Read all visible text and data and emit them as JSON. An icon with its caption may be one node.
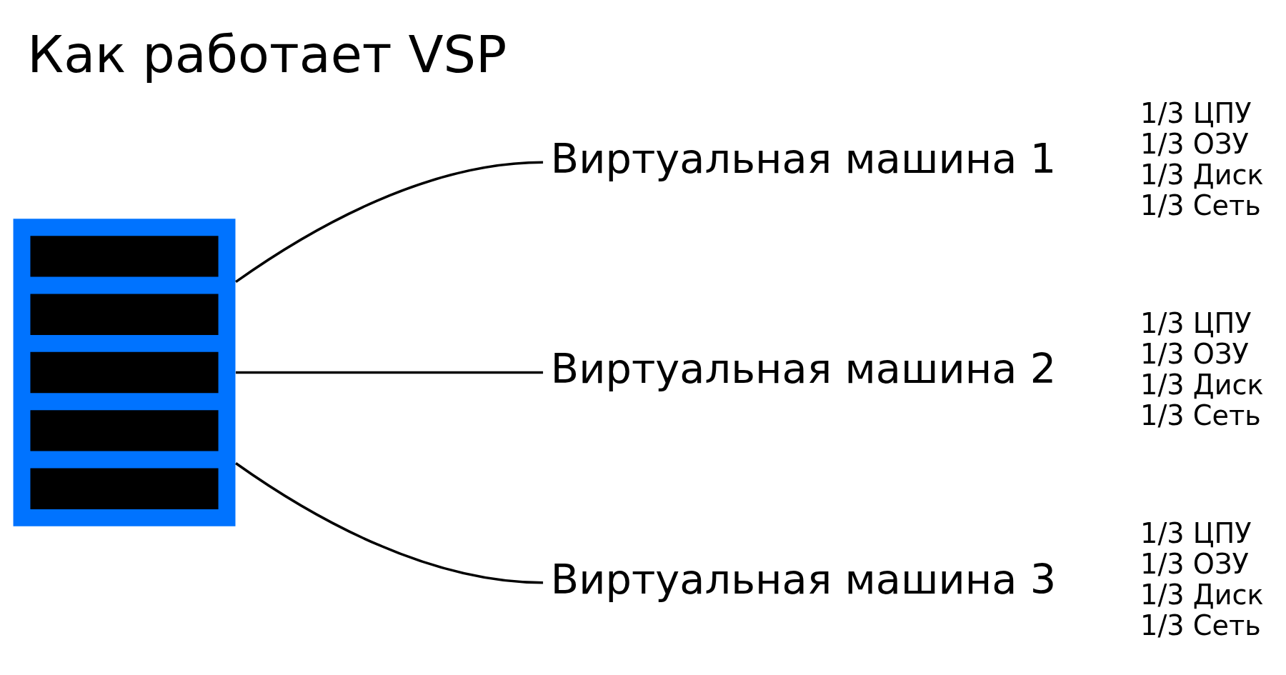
{
  "diagram": {
    "title": "Как работает VSP",
    "nodes": [
      {
        "text": [],
        "shape": "server"
      },
      {
        "text": [
          "Виртуальная машина 1"
        ],
        "beside": [
          "1/3 ЦПУ",
          "1/3 ОЗУ",
          "1/3 Диск",
          "1/3 Сеть"
        ]
      },
      {
        "text": [
          "Виртуальная машина 2"
        ],
        "beside": [
          "1/3 ЦПУ",
          "1/3 ОЗУ",
          "1/3 Диск",
          "1/3 Сеть"
        ]
      },
      {
        "text": [
          "Виртуальная машина 3"
        ],
        "beside": [
          "1/3 ЦПУ",
          "1/3 ОЗУ",
          "1/3 Диск",
          "1/3 Сеть"
        ]
      }
    ],
    "edges": [
      {
        "from": 0,
        "to": 1,
        "arrow": "none"
      },
      {
        "from": 0,
        "to": 2,
        "arrow": "none"
      },
      {
        "from": 0,
        "to": 3,
        "arrow": "none"
      }
    ]
  }
}
